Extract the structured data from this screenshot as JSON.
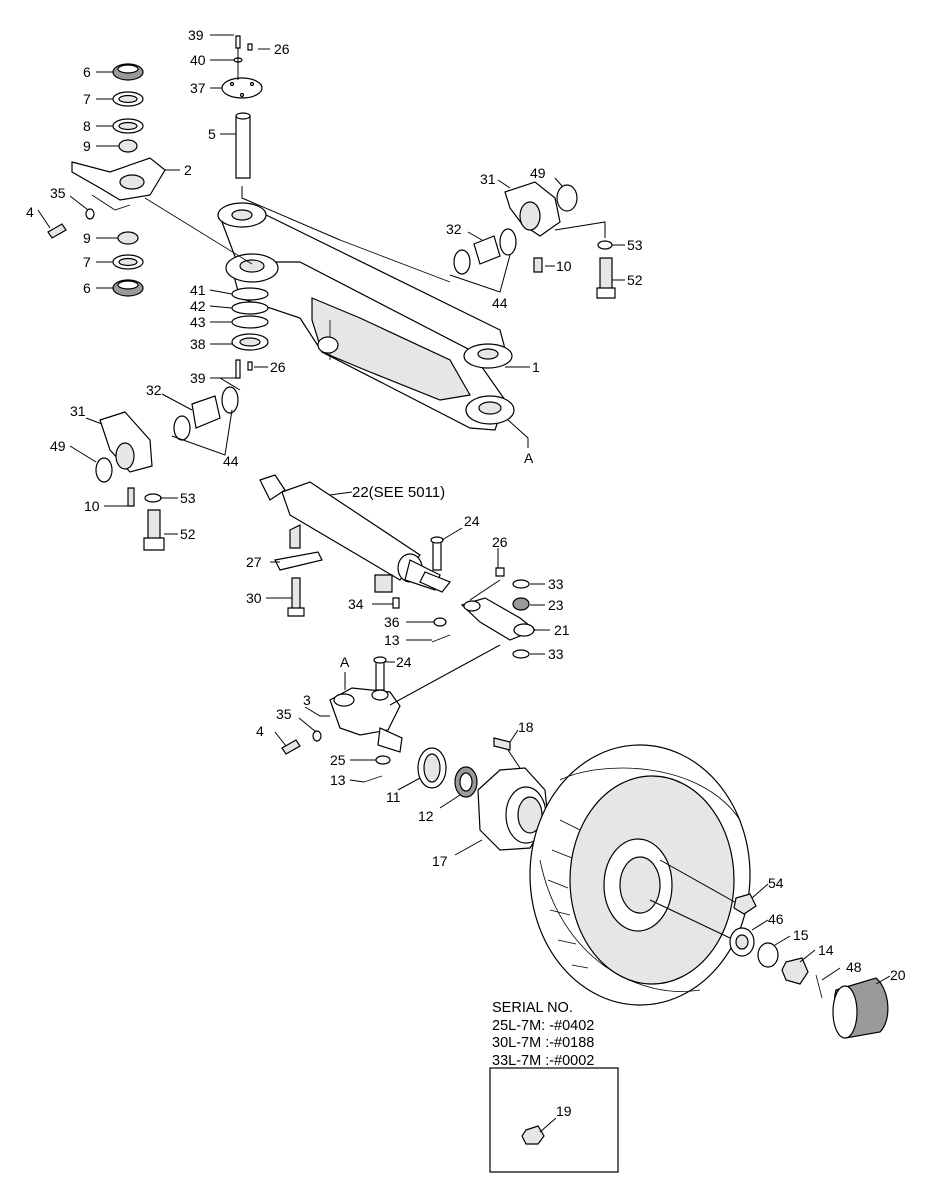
{
  "labels": {
    "l1": "1",
    "l2": "2",
    "l3": "3",
    "l4a": "4",
    "l4b": "4",
    "l5": "5",
    "l6a": "6",
    "l6b": "6",
    "l7a": "7",
    "l7b": "7",
    "l8": "8",
    "l9a": "9",
    "l9b": "9",
    "l10a": "10",
    "l10b": "10",
    "l11": "11",
    "l12": "12",
    "l13a": "13",
    "l13b": "13",
    "l14": "14",
    "l15": "15",
    "l17": "17",
    "l18": "18",
    "l19": "19",
    "l20": "20",
    "l21": "21",
    "l22": "22(SEE 5011)",
    "l23": "23",
    "l24a": "24",
    "l24b": "24",
    "l25": "25",
    "l26a": "26",
    "l26b": "26",
    "l26c": "26",
    "l27": "27",
    "l30": "30",
    "l31a": "31",
    "l31b": "31",
    "l32a": "32",
    "l32b": "32",
    "l33a": "33",
    "l33b": "33",
    "l34": "34",
    "l35a": "35",
    "l35b": "35",
    "l36": "36",
    "l37": "37",
    "l38": "38",
    "l39a": "39",
    "l39b": "39",
    "l40": "40",
    "l41": "41",
    "l42": "42",
    "l43": "43",
    "l44a": "44",
    "l44b": "44",
    "l46": "46",
    "l48": "48",
    "l49a": "49",
    "l49b": "49",
    "l52a": "52",
    "l52b": "52",
    "l53a": "53",
    "l53b": "53",
    "l54": "54",
    "lA1": "A",
    "lA2": "A"
  },
  "serial": {
    "heading": "SERIAL NO.",
    "lines": [
      "25L-7M: -#0402",
      "30L-7M :-#0188",
      "33L-7M :-#0002"
    ]
  }
}
